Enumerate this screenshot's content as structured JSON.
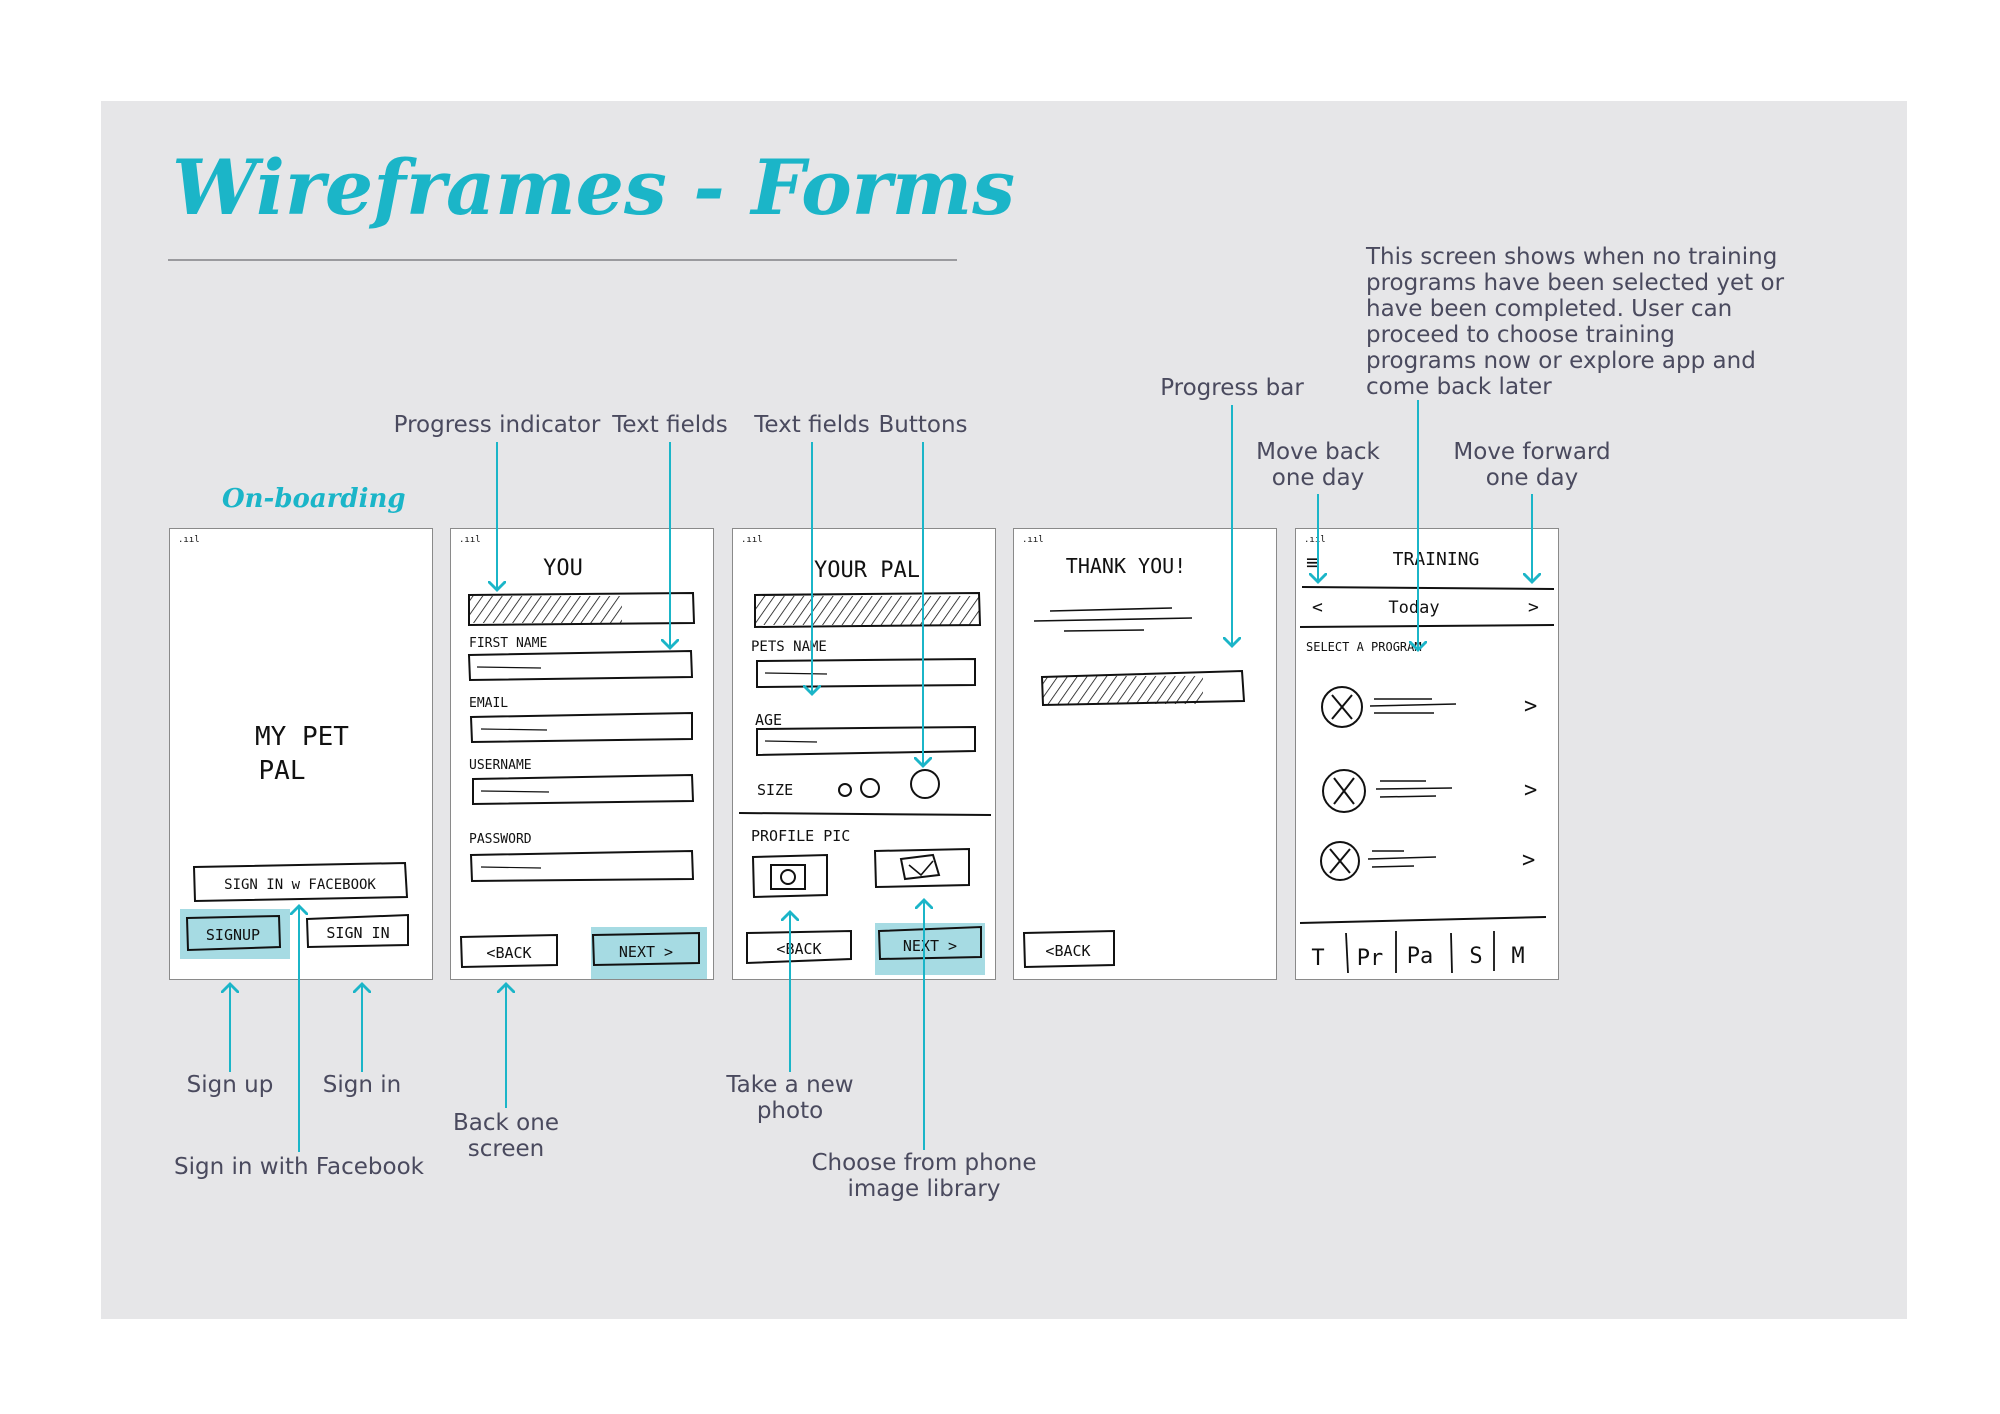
{
  "page": {
    "title": "Wireframes - Forms",
    "subtitle": "On-boarding"
  },
  "screens": {
    "welcome": {
      "signal": ".ııl",
      "app_name_line1": "MY PET",
      "app_name_line2": "PAL",
      "facebook_button": "SIGN IN w FACEBOOK",
      "signup_button": "SIGNUP",
      "signin_button": "SIGN IN"
    },
    "you": {
      "signal": ".ııl",
      "heading": "YOU",
      "progress": 0.8,
      "field_labels": [
        "FIRST NAME",
        "EMAIL",
        "USERNAME",
        "PASSWORD"
      ],
      "back_button": "<BACK",
      "next_button": "NEXT >"
    },
    "your_pal": {
      "signal": ".ııl",
      "heading": "YOUR PAL",
      "progress": 1.0,
      "field_labels": [
        "PETS NAME",
        "AGE"
      ],
      "size_label": "SIZE",
      "profile_label": "PROFILE PIC",
      "back_button": "<BACK",
      "next_button": "NEXT >"
    },
    "thank_you": {
      "signal": ".ııl",
      "heading": "THANK YOU!",
      "progress": 0.8,
      "back_button": "<BACK"
    },
    "training": {
      "signal": ".ııl",
      "menu_icon": "≡",
      "heading": "TRAINING",
      "prev": "<",
      "day": "Today",
      "next": ">",
      "section": "SELECT A PROGRAM",
      "row_chevron": ">",
      "tabs": [
        "T",
        "Pr",
        "Pa",
        "S",
        "M"
      ]
    }
  },
  "annotations": {
    "progress_indicator": "Progress indicator",
    "text_fields_1": "Text fields",
    "text_fields_2": "Text fields",
    "buttons": "Buttons",
    "progress_bar": "Progress bar",
    "move_back": "Move back one day",
    "move_forward": "Move forward one day",
    "no_program_note": "This screen shows when no training programs have been selected yet or have been completed. User can proceed to choose training programs now or explore app and come back later",
    "sign_up": "Sign up",
    "sign_in": "Sign in",
    "sign_in_facebook": "Sign in with Facebook",
    "back_one_screen": "Back one screen",
    "take_photo": "Take a new photo",
    "choose_library": "Choose from phone image library"
  },
  "colors": {
    "accent": "#1bb5c8",
    "button_fill": "#a6dbe3",
    "board_bg": "#e6e6e8",
    "note_text": "#4a4a5e"
  }
}
